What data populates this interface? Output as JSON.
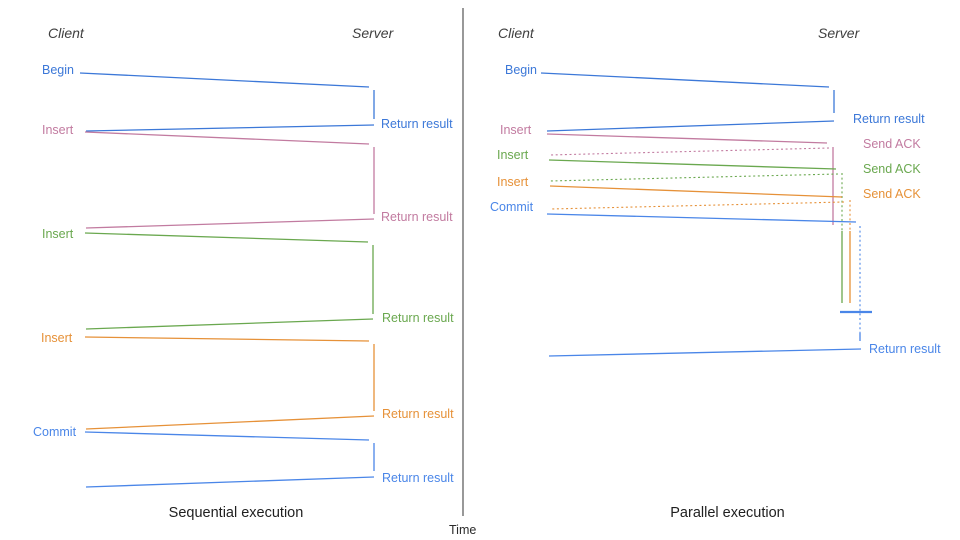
{
  "colors": {
    "blue": "#3c78d8",
    "blue_bright": "#4a86e8",
    "pink": "#c27ba0",
    "green": "#6aa84f",
    "orange": "#e69138",
    "axis": "#555555"
  },
  "left_panel": {
    "client": "Client",
    "server": "Server",
    "title": "Sequential execution",
    "steps": [
      {
        "request": "Begin",
        "response": "Return result"
      },
      {
        "request": "Insert",
        "response": "Return result"
      },
      {
        "request": "Insert",
        "response": "Return result"
      },
      {
        "request": "Insert",
        "response": "Return result"
      },
      {
        "request": "Commit",
        "response": "Return result"
      }
    ]
  },
  "right_panel": {
    "client": "Client",
    "server": "Server",
    "title": "Parallel execution",
    "steps": [
      {
        "request": "Begin",
        "response": "Return result"
      },
      {
        "request": "Insert",
        "response": "Send ACK"
      },
      {
        "request": "Insert",
        "response": "Send ACK"
      },
      {
        "request": "Insert",
        "response": "Send ACK"
      },
      {
        "request": "Commit",
        "response": "Return result"
      }
    ]
  },
  "time_axis": {
    "label": "Time"
  }
}
